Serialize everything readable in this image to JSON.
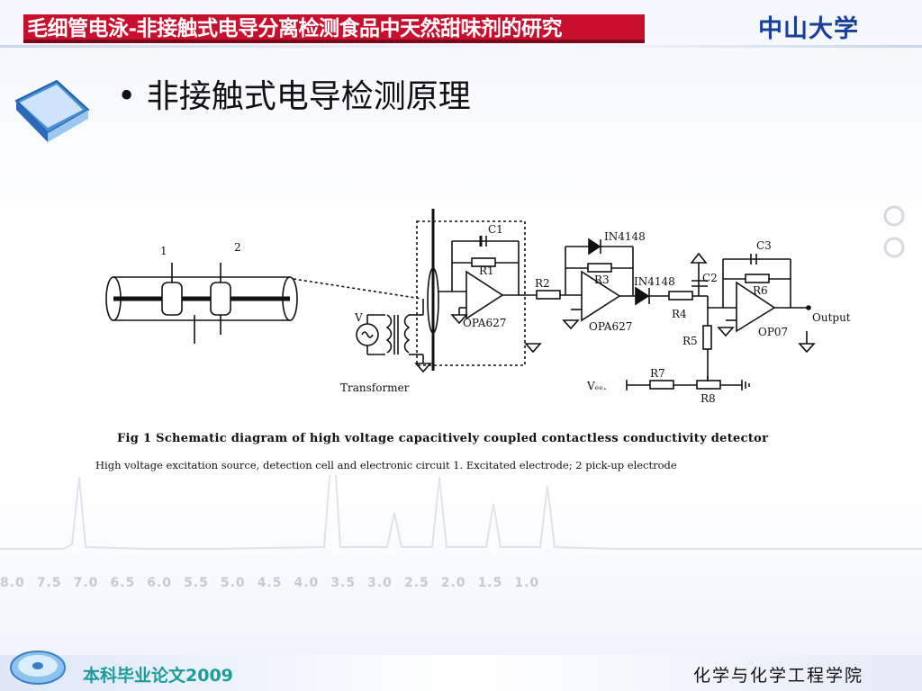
{
  "header": {
    "title": "毛细管电泳-非接触式电导分离检测食品中天然甜味剂的研究",
    "university": "中山大学"
  },
  "slide": {
    "bullet": "非接触式电导检测原理"
  },
  "figure": {
    "labels": {
      "electrode1": "1",
      "electrode2": "2",
      "c1": "C1",
      "r1": "R1",
      "r2": "R2",
      "r3": "R3",
      "in4148_top": "IN4148",
      "in4148_mid": "IN4148",
      "c2": "C2",
      "c3": "C3",
      "r4": "R4",
      "r5": "R5",
      "r6": "R6",
      "r7": "R7",
      "r8": "R8",
      "opa627_1": "OPA627",
      "opa627_2": "OPA627",
      "op07": "OP07",
      "output": "Output",
      "v": "V",
      "vcc": "Vₑₑ.",
      "transformer": "Transformer"
    },
    "caption_title": "Fig 1   Schematic diagram of high voltage capacitively coupled contactless conductivity detector",
    "caption_sub": "High voltage excitation source,  detection cell and electronic circuit   1. Excitated electrode;  2  pick-up electrode"
  },
  "background": {
    "scale": [
      "8.0",
      "7.5",
      "7.0",
      "6.5",
      "6.0",
      "5.5",
      "5.0",
      "4.5",
      "4.0",
      "3.5",
      "3.0",
      "2.5",
      "2.0",
      "1.5",
      "1.0"
    ]
  },
  "footer": {
    "left": "本科毕业论文2009",
    "right": "化学与化学工程学院"
  },
  "colors": {
    "header_red": "#c8102e",
    "university_blue": "#1a3f98",
    "footer_teal": "#1c9b9b"
  }
}
